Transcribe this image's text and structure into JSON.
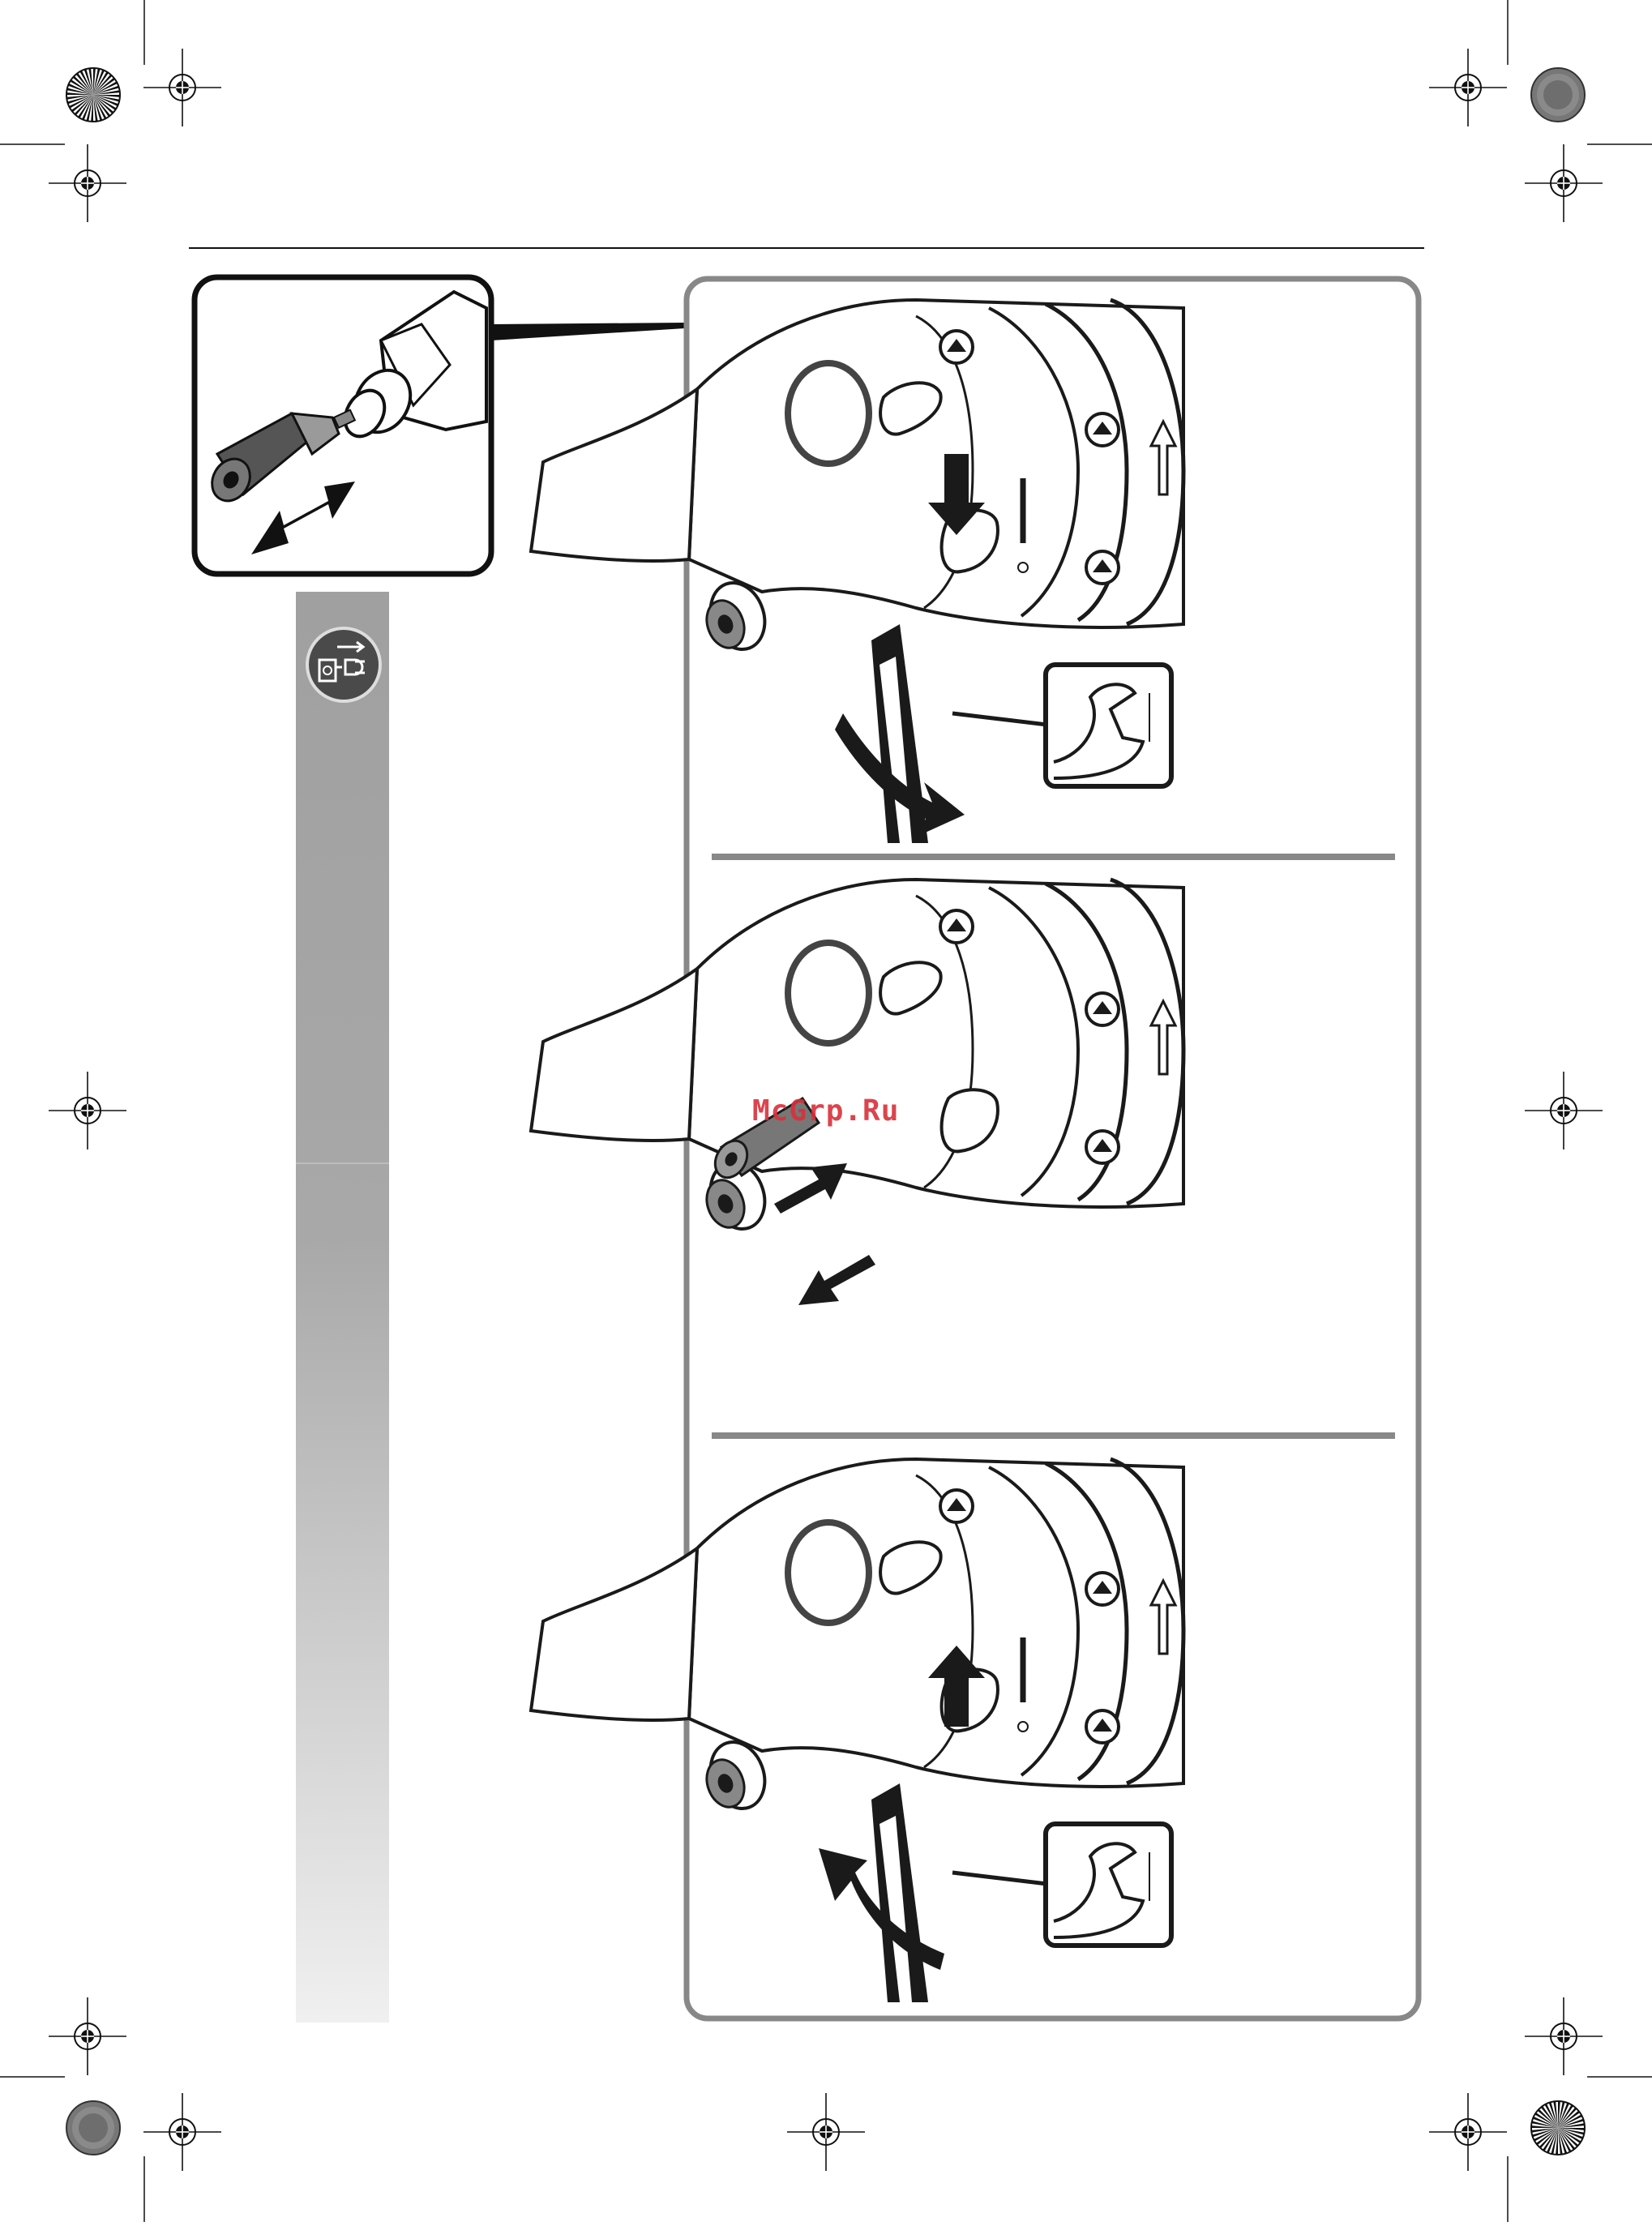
{
  "watermark": {
    "text": "McGrp.Ru",
    "color": "#d9303a"
  },
  "colors": {
    "frame": "#888888",
    "ink": "#1a1a1a",
    "bar_top": "#a0a0a0",
    "bar_bottom": "#f0f0f0"
  },
  "icons": {
    "unplug": "unplug-before-work-icon",
    "registration": "crop-registration-mark-icon",
    "color_wheel": "print-color-wheel-icon"
  },
  "steps": [
    {
      "id": "loosen",
      "action": "press-lock-and-turn-wrench-counterclockwise"
    },
    {
      "id": "swap",
      "action": "remove-and-insert-collet"
    },
    {
      "id": "tighten",
      "action": "press-lock-and-turn-wrench-clockwise"
    }
  ]
}
